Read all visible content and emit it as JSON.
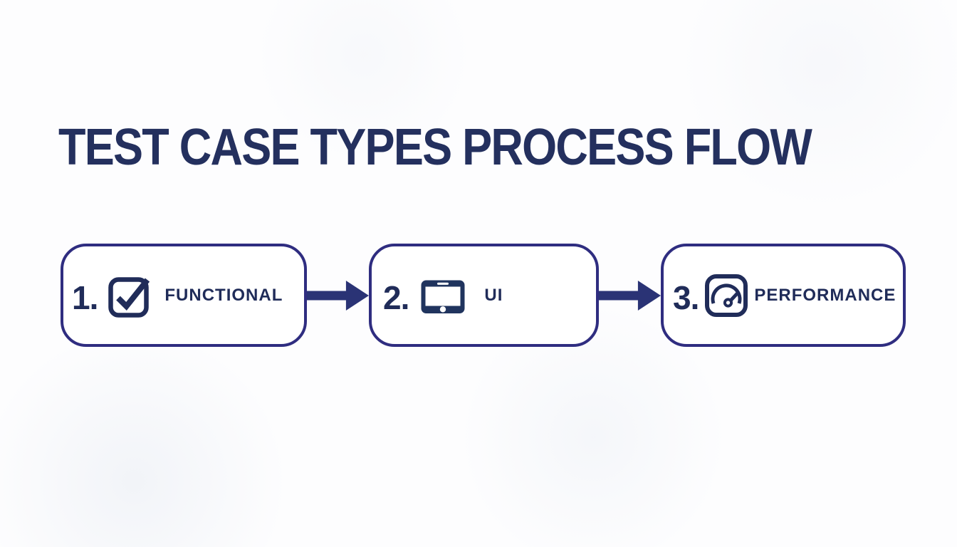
{
  "title": "TEST CASE TYPES PROCESS FLOW",
  "steps": [
    {
      "number": "1.",
      "label": "FUNCTIONAL",
      "icon": "checkbox-check-icon"
    },
    {
      "number": "2.",
      "label": "UI",
      "icon": "tablet-device-icon"
    },
    {
      "number": "3.",
      "label": "PERFORMANCE",
      "icon": "speedometer-gauge-icon"
    }
  ],
  "connectors": [
    {
      "from": "FUNCTIONAL",
      "to": "UI",
      "icon": "arrow-right-icon"
    },
    {
      "from": "UI",
      "to": "PERFORMANCE",
      "icon": "arrow-right-icon"
    }
  ],
  "colors": {
    "background": "#fdfdfe",
    "box_background": "#ffffff",
    "box_border": "#2f2d80",
    "navy_text": "#202c59",
    "arrow": "#2a3375"
  }
}
